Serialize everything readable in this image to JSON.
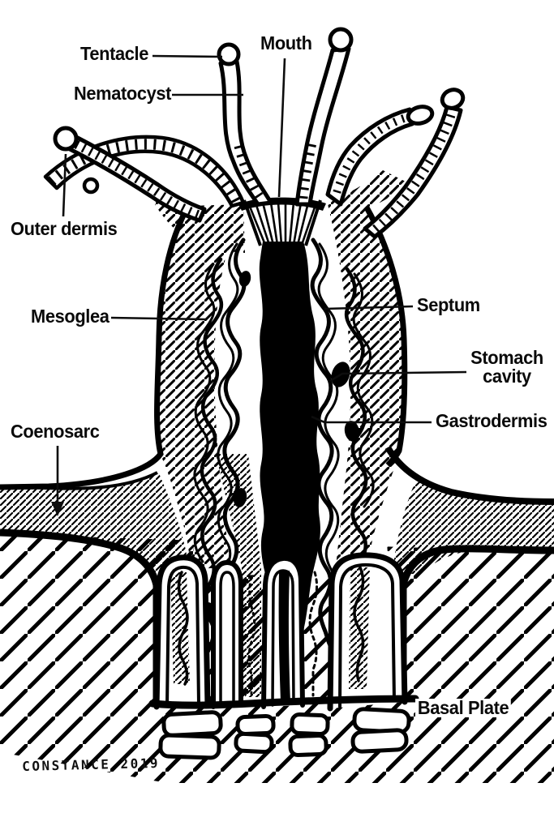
{
  "canvas": {
    "background": "#ffffff",
    "ink": "#000000"
  },
  "labels": {
    "tentacle": "Tentacle",
    "mouth": "Mouth",
    "nematocyst": "Nematocyst",
    "outer_dermis": "Outer dermis",
    "mesoglea": "Mesoglea",
    "septum": "Septum",
    "stomach_line1": "Stomach",
    "stomach_line2": "cavity",
    "gastrodermis": "Gastrodermis",
    "coenosarc": "Coenosarc",
    "basal_plate": "Basal Plate"
  },
  "signature": "CONSTANCE 2019"
}
